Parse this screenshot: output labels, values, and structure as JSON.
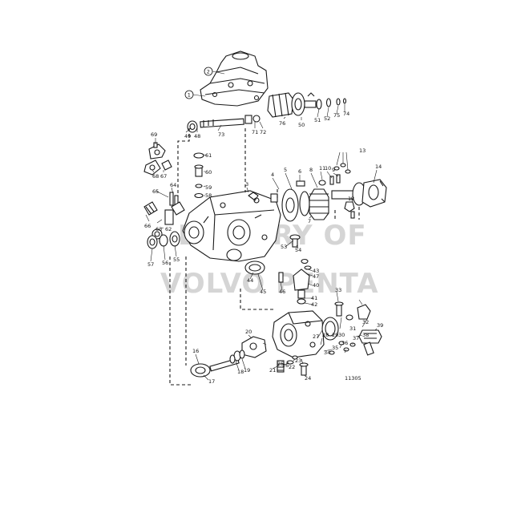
{
  "figure": {
    "drawing_number": "11305",
    "watermark_lines": [
      "LIBRARY OF",
      "VOLVO PENTA"
    ]
  },
  "circled_labels": [
    "1",
    "2"
  ],
  "part_labels": [
    "2",
    "1",
    "69",
    "49",
    "48",
    "73",
    "71",
    "72",
    "76",
    "50",
    "51",
    "52",
    "75",
    "74",
    "67",
    "68",
    "61",
    "60",
    "59",
    "58",
    "65",
    "64",
    "63",
    "62",
    "66",
    "57",
    "56",
    "55",
    "3",
    "4",
    "5",
    "6",
    "8",
    "7",
    "11",
    "10",
    "9",
    "13",
    "14",
    "12",
    "53",
    "54",
    "43",
    "47",
    "40",
    "41",
    "42",
    "44",
    "45",
    "46",
    "20",
    "21",
    "22",
    "23",
    "24",
    "25",
    "26",
    "27",
    "28",
    "29",
    "30",
    "31",
    "32",
    "33",
    "34",
    "35",
    "36",
    "37",
    "38",
    "39",
    "16",
    "17",
    "18",
    "19"
  ]
}
